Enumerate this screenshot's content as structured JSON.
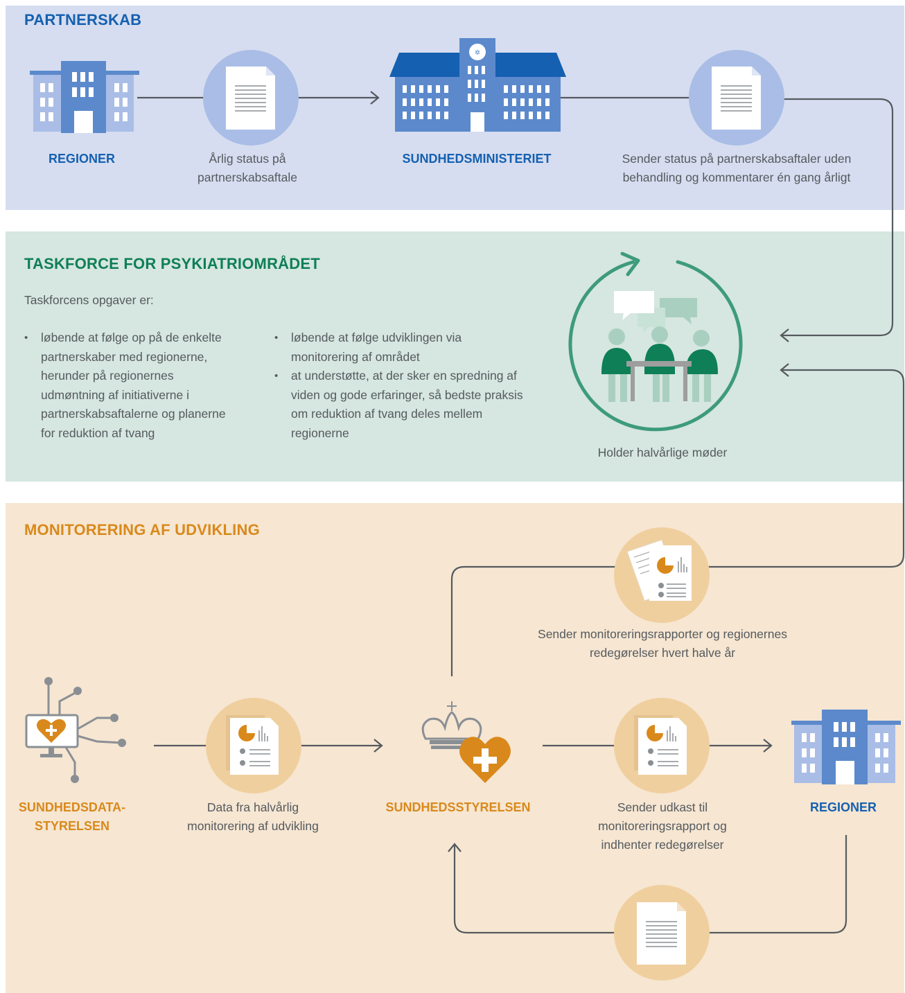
{
  "partnerskab": {
    "title": "PARTNERSKAB",
    "regioner": "REGIONER",
    "aarlig_status": "Årlig status på partnerskabsaftale",
    "ministeriet": "SUNDHEDSMINISTERIET",
    "sender_status": "Sender status på partnerskabsaftaler uden behandling og kommentarer én gang årligt"
  },
  "taskforce": {
    "title": "TASKFORCE FOR PSYKIATRIOMRÅDET",
    "intro": "Taskforcens opgaver er:",
    "bullets_left": [
      "løbende at følge op på de enkelte partnerskaber med regionerne, herunder på regionernes udmøntning af initiativerne i partnerskabsaftalerne og planerne for reduktion af tvang"
    ],
    "bullets_right": [
      "løbende at følge udviklingen via monitorering af området",
      "at understøtte, at der sker en spredning af viden og gode erfaringer, så bedste praksis om reduktion af tvang deles mellem regionerne"
    ],
    "meetings": "Holder halvårlige møder"
  },
  "monitorering": {
    "title": "MONITORERING AF UDVIKLING",
    "sender_rapporter": "Sender monitoreringsrapporter og regionernes redegørelser hvert halve år",
    "datastyrelsen": "SUNDHEDSDATA- STYRELSEN",
    "data_fra": "Data fra halvårlig monitorering af udvikling",
    "styrelsen": "SUNDHEDSSTYRELSEN",
    "sender_udkast": "Sender udkast til monitoreringsrapport og indhenter redegørelser",
    "regioner": "REGIONER"
  },
  "colors": {
    "blue_dark": "#1560b0",
    "blue_mid": "#5b89cc",
    "blue_light": "#a9bde6",
    "green": "#0e7f57",
    "green_teal": "#3d9b7c",
    "orange": "#d9891b",
    "orange_light": "#f0cf9f",
    "arrow_gray": "#555a5e"
  }
}
